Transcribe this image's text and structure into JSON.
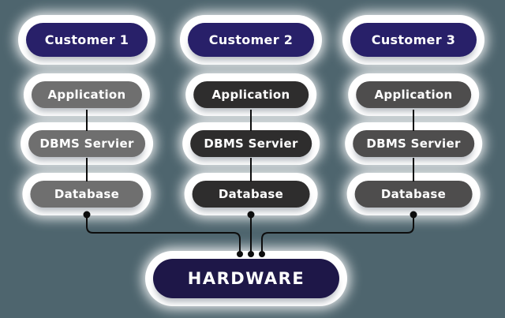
{
  "colors": {
    "bg": "#4e656e",
    "navy": "#282069",
    "hardware-navy": "#1e1748",
    "col1-pill": "#6f6f6f",
    "col2-pill": "#2e2d2d",
    "col3-pill": "#4e4d4d",
    "line": "#0d0d0d",
    "pill-text": "#ffffff"
  },
  "columns": [
    {
      "title": "Customer 1",
      "layers": [
        "Application",
        "DBMS Servier",
        "Database"
      ]
    },
    {
      "title": "Customer 2",
      "layers": [
        "Application",
        "DBMS Servier",
        "Database"
      ]
    },
    {
      "title": "Customer 3",
      "layers": [
        "Application",
        "DBMS Servier",
        "Database"
      ]
    }
  ],
  "hardware": {
    "label": "HARDWARE"
  }
}
